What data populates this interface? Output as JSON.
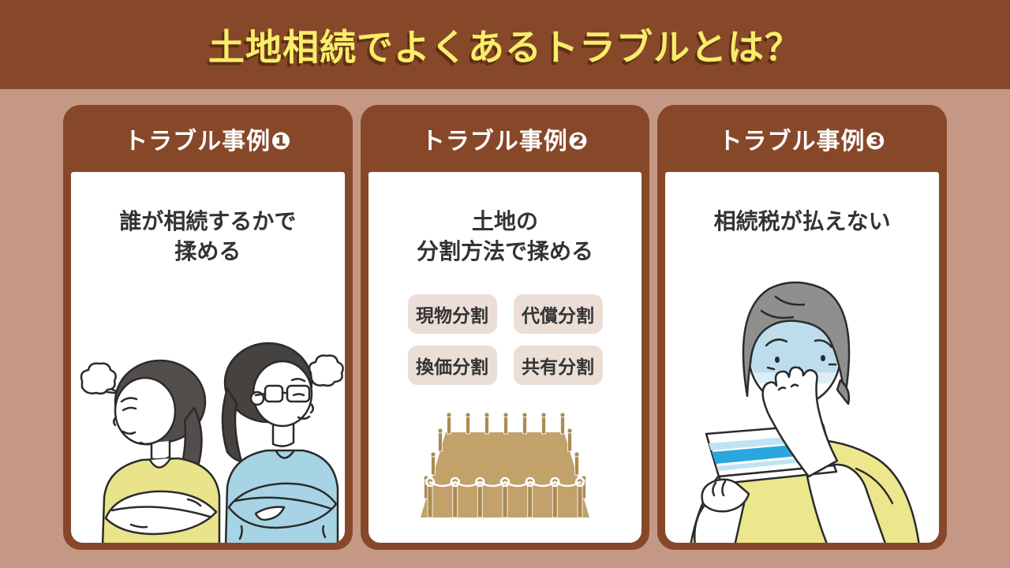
{
  "page": {
    "title": "土地相続でよくあるトラブルとは？"
  },
  "colors": {
    "top_bar_bg": "#87482A",
    "page_bg": "#C49884",
    "card_frame_bg": "#87482A",
    "card_body_bg": "#FFFFFF",
    "title_text": "#F8ED69",
    "title_shadow": "#5E2F13",
    "header_text": "#FFFFFF",
    "body_text": "#333333",
    "tag_bg": "#EBDED7",
    "land_fill": "#C2A16A",
    "shirt_yellow": "#E9E38A",
    "shirt_blue": "#A6D4E4",
    "passbook_blue": "#29A7DE"
  },
  "cards": [
    {
      "header": "トラブル事例❶",
      "body_lines": [
        "誰が相続するかで",
        "揉める"
      ],
      "illustration": "arguing-couple-back-to-back"
    },
    {
      "header": "トラブル事例❷",
      "body_lines": [
        "土地の",
        "分割方法で揉める"
      ],
      "tags": [
        "現物分割",
        "代償分割",
        "換価分割",
        "共有分割"
      ],
      "illustration": "fenced-land-plot"
    },
    {
      "header": "トラブル事例❸",
      "body_lines": [
        "相続税が払えない"
      ],
      "illustration": "worried-elderly-with-passbook"
    }
  ]
}
